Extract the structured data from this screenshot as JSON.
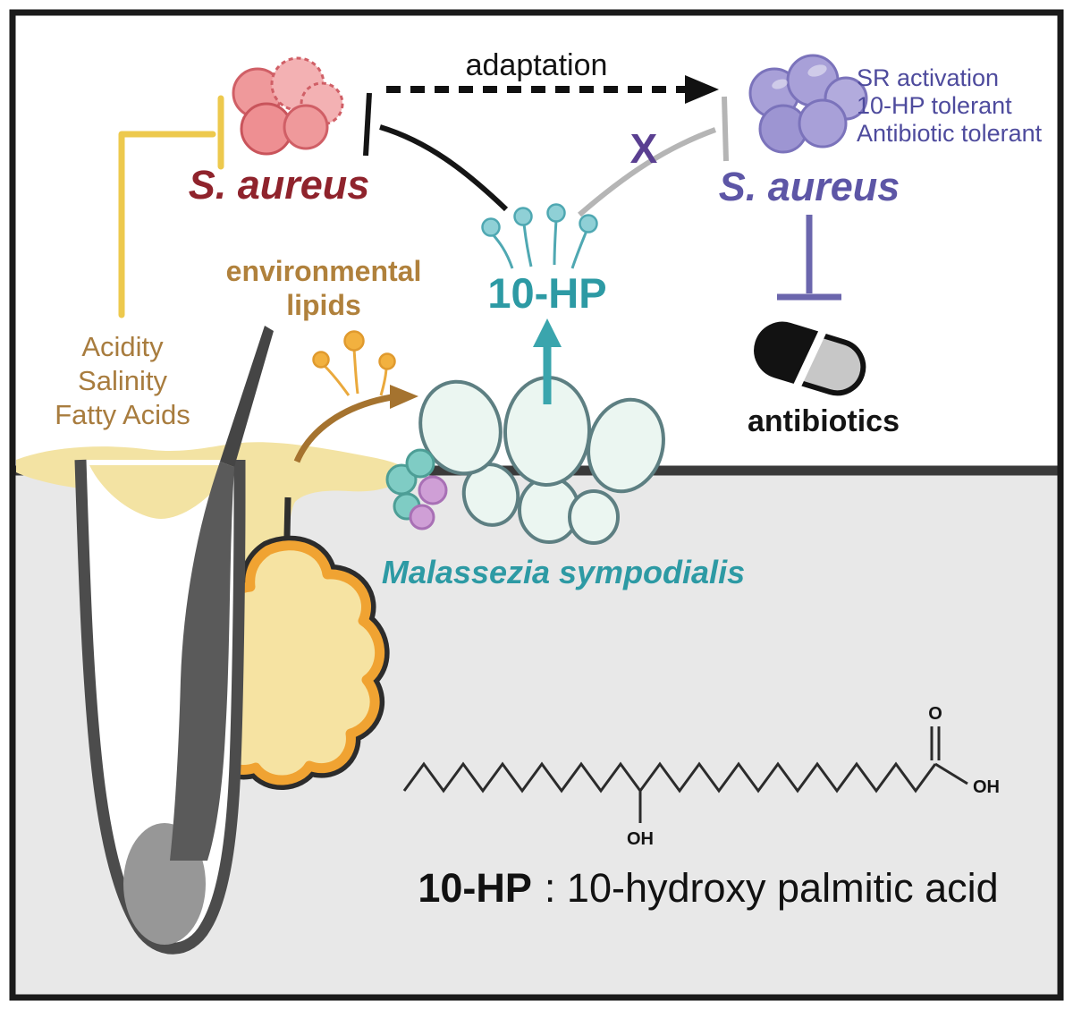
{
  "figure": {
    "adaptation": "adaptation",
    "s_aureus_susceptible": "S. aureus",
    "s_aureus_tolerant": "S. aureus",
    "tolerant_traits": [
      "SR activation",
      "10-HP tolerant",
      "Antibiotic tolerant"
    ],
    "hp": "10-HP",
    "env_lipids": {
      "line1": "environmental",
      "line2": "lipids"
    },
    "stressors": [
      "Acidity",
      "Salinity",
      "Fatty Acids"
    ],
    "antibiotics": "antibiotics",
    "blocked_x": "X",
    "malassezia": "Malassezia sympodialis",
    "chem": {
      "carbonyl_o": "O",
      "acid_oh": "OH",
      "hydroxyl_oh": "OH"
    },
    "caption": {
      "bold": "10-HP",
      "rest": ": 10-hydroxy palmitic acid"
    },
    "colors": {
      "s_aureus_red_text": "#8f232c",
      "s_aureus_red_cell": "#ef999b",
      "s_aureus_purple_text": "#5d56a6",
      "s_aureus_purple_cell": "#a8a0d8",
      "hp_teal": "#2d9aa4",
      "lipid_brown": "#b0813c",
      "stressor_yellow": "#edc94d",
      "x_purple": "#5a3f91",
      "sebum_yellow": "#f3e3a3",
      "gland_orange": "#f0a332",
      "skin_gray": "#e8e8e8"
    }
  }
}
